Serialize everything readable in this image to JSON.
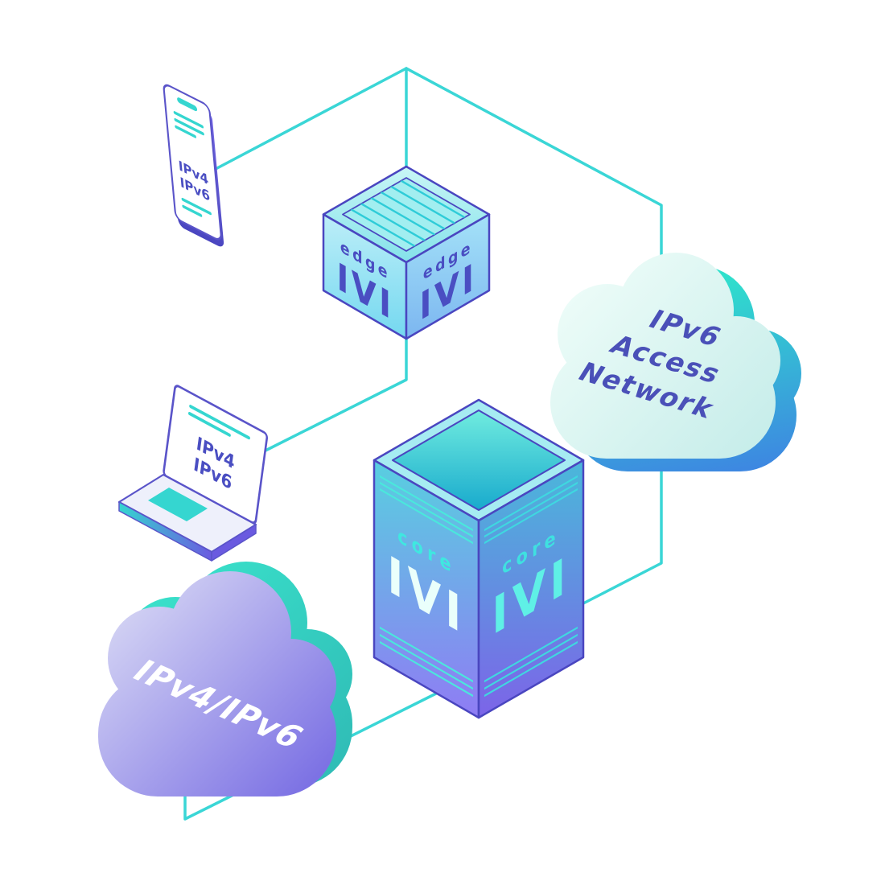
{
  "diagram": {
    "colors": {
      "connector": "#3ad6d6",
      "outline_indigo": "#4a46c0",
      "device_outline": "#5a54c9",
      "teal_accent": "#2fd3c8",
      "label_indigo": "#4a4ec2",
      "access_cloud_fill": "#e2f8f3",
      "access_cloud_extrude_top": "#2fe0cc",
      "access_cloud_extrude_bottom": "#3f7ce4",
      "dualstack_cloud_fill_top": "#d6d6f4",
      "dualstack_cloud_fill_bottom": "#7165e2",
      "dualstack_cloud_extrude": "#3ae4cc"
    },
    "phone": {
      "label_line1": "IPv4",
      "label_line2": "IPv6"
    },
    "laptop": {
      "label_line1": "IPv4",
      "label_line2": "IPv6"
    },
    "edge_router": {
      "role_label": "edge",
      "device_label": "IVI"
    },
    "core_router": {
      "role_label": "core",
      "device_label": "IVI"
    },
    "access_cloud": {
      "label_line1": "IPv6",
      "label_line2": "Access",
      "label_line3": "Network"
    },
    "dualstack_cloud": {
      "label": "IPv4/IPv6"
    }
  }
}
